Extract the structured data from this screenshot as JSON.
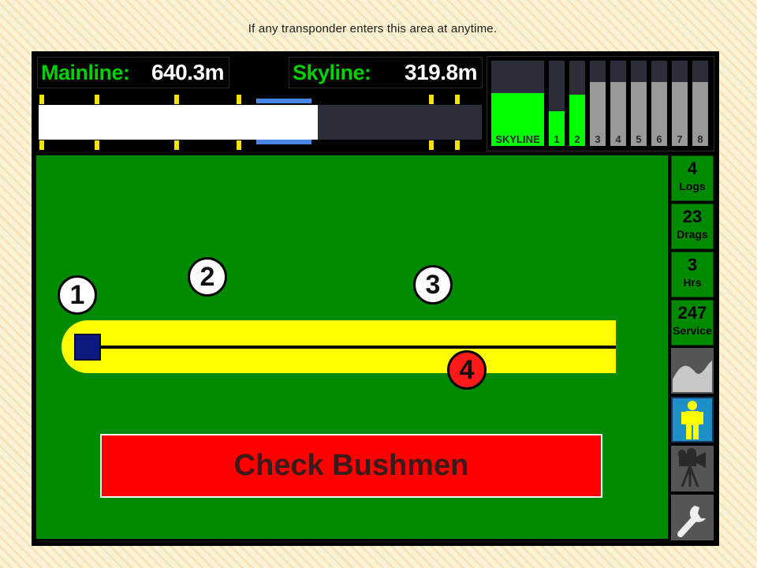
{
  "caption": "If any transponder enters this area at anytime.",
  "readouts": {
    "mainline_label": "Mainline:",
    "mainline_value": "640.3m",
    "skyline_label": "Skyline:",
    "skyline_value": "319.8m"
  },
  "track": {
    "fill_fraction": 0.63
  },
  "levels": {
    "skyline_label": "SKYLINE",
    "skyline_level": 0.62,
    "channels": [
      {
        "label": "1",
        "level": 0.41
      },
      {
        "label": "2",
        "level": 0.6
      },
      {
        "label": "3",
        "level": 0.75
      },
      {
        "label": "4",
        "level": 0.75
      },
      {
        "label": "5",
        "level": 0.75
      },
      {
        "label": "6",
        "level": 0.75
      },
      {
        "label": "7",
        "level": 0.75
      },
      {
        "label": "8",
        "level": 0.75
      }
    ],
    "colors": {
      "active": "#00ff00",
      "inactive": "#999999",
      "empty": "#2b2e38"
    }
  },
  "points": [
    "1",
    "2",
    "3",
    "4"
  ],
  "alert": {
    "text": "Check Bushmen",
    "color": "#ff0000"
  },
  "stats": [
    {
      "value": "4",
      "unit": "Logs"
    },
    {
      "value": "23",
      "unit": "Drags"
    },
    {
      "value": "3",
      "unit": "Hrs"
    },
    {
      "value": "247",
      "unit": "Service"
    }
  ],
  "tools": [
    "terrain-icon",
    "person-icon",
    "camera-icon",
    "wrench-icon"
  ],
  "colors": {
    "field": "#008a00",
    "road": "#ffff00",
    "carriage": "#0c1a80",
    "person_tool_bg": "#1e90c8"
  }
}
